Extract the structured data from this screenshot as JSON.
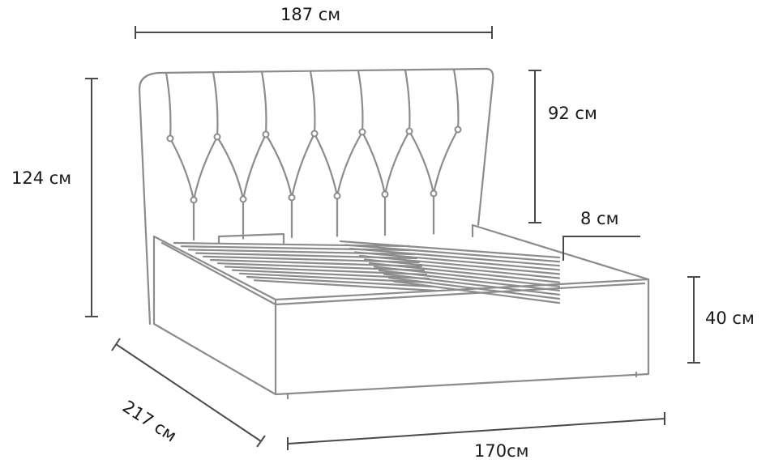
{
  "title": "Bed dimensions diagram",
  "dimensions": {
    "width_top": "187 см",
    "total_height": "124 см",
    "headboard_height": "92 см",
    "headboard_thickness": "8 см",
    "base_height": "40 см",
    "length": "217 см",
    "width_bottom": "170см"
  },
  "colors": {
    "bed_outline": "#8c8c8c",
    "dimension_line": "#4a4a4a"
  }
}
